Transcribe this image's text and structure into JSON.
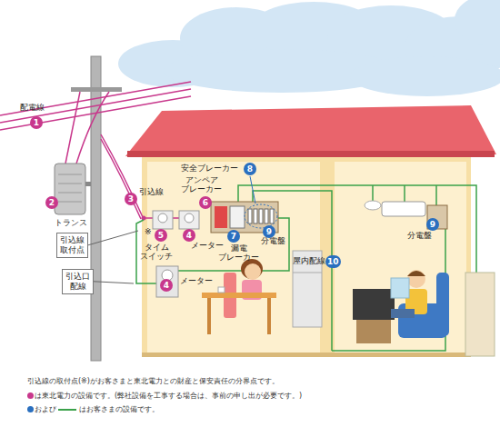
{
  "diagram": {
    "nodes": [
      {
        "text": [
          "引込線 取付点"
        ]
      },
      {
        "text": [
          "引込口 配線"
        ]
      }
    ],
    "labels": [
      "配電線",
      "1",
      "2",
      "トランス",
      "3",
      "引込線",
      "※",
      "安全ブレーカー",
      "8",
      "アンペア ブレーカー",
      "6",
      "5",
      "4",
      "タイム スイッチ",
      "メーター",
      "7",
      "漏電 ブレーカー",
      "9",
      "分電盤",
      "4",
      "メーター",
      "屋内配線",
      "10",
      "9",
      "分電盤",
      "引込線の取付点(※)がお客さまと東北電力との財産と保安責任の分界点です。"
    ],
    "legend": [
      {
        "text": "は東北電力の設備です。(弊社設備を工事する場合は、事前の申し出が必要です。)",
        "color": "#c8388c"
      },
      {
        "text": "および",
        "color": "#2a6fbf"
      },
      {
        "text": "はお客さまの設備です。"
      }
    ]
  }
}
